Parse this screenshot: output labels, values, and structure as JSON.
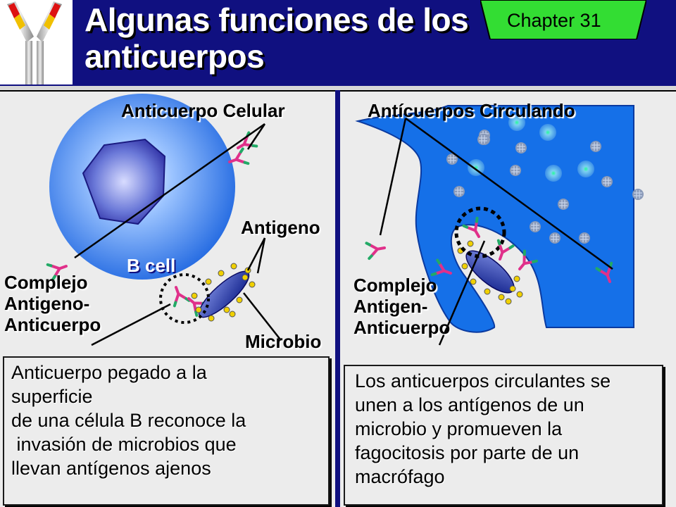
{
  "header": {
    "title": "Algunas funciones de los anticuerpos",
    "chapter": "Chapter 31"
  },
  "left": {
    "label_cell_antibody": "Anticuerpo Celular",
    "label_antigen": "Antigeno",
    "label_b_cell": "B cell",
    "label_complex_line1": "Complejo",
    "label_complex_line2": "Antigeno-",
    "label_complex_line3": "Anticuerpo",
    "label_microbe": "Microbio",
    "caption_lines": [
      "Anticuerpo pegado a la",
      "superficie",
      "de una célula B reconoce la",
      " invasión de microbios que",
      "llevan antígenos ajenos"
    ]
  },
  "right": {
    "label_circulating": "Antícuerpos Circulando",
    "label_complex_line1": "Complejo",
    "label_complex_line2": "Antigen-",
    "label_complex_line3": "Anticuerpo",
    "caption_lines": [
      "Los anticuerpos circulantes se",
      "unen a los antígenos de un",
      "microbio y promueven la",
      "fagocitosis por parte de un",
      "macrófago"
    ]
  },
  "colors": {
    "title_bar": "#101080",
    "chapter_tab": "#33dd33",
    "b_cell": "#4a8ef0",
    "macrophage": "#1570e8",
    "microbe": "#2233aa",
    "antigen_dot": "#f0d000",
    "antibody_pink": "#e0308a",
    "antibody_green": "#22aa66"
  }
}
